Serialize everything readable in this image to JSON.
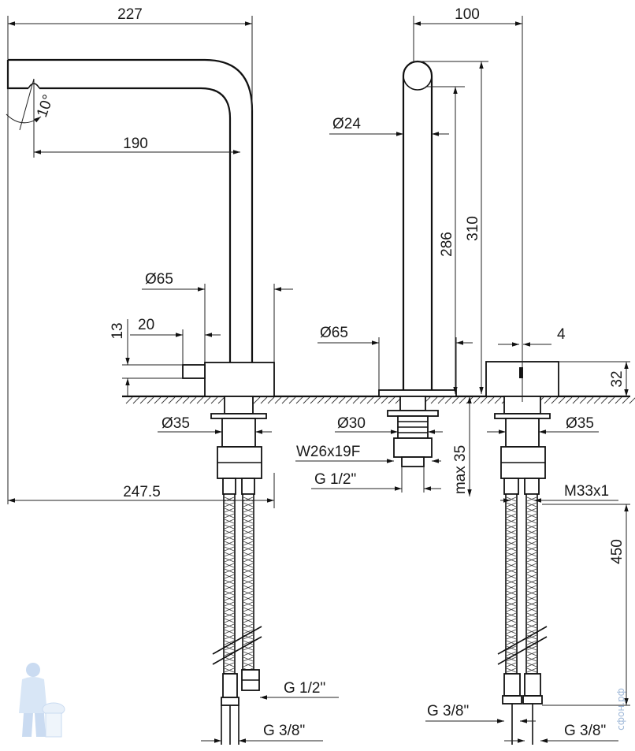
{
  "dimensions": {
    "top_left_width": "227",
    "top_right_width": "100",
    "spout_angle": "10°",
    "spout_reach": "190",
    "spout_diameter": "Ø24",
    "height_inner": "286",
    "height_outer": "310",
    "left_base_diameter": "Ø65",
    "center_base_diameter": "Ø65",
    "lever_offset": "20",
    "lever_height": "13",
    "handle_gap": "4",
    "handle_height": "32",
    "left_shank_diameter": "Ø35",
    "center_shank_diameter": "Ø30",
    "right_shank_diameter": "Ø35",
    "center_nut": "W26x19F",
    "center_thread": "G 1/2\"",
    "max_depth": "max 35",
    "overall_width": "247.5",
    "right_thread": "M33x1",
    "hose_length": "450",
    "left_hose_end_upper": "G 1/2\"",
    "left_hose_end_lower": "G 3/8\"",
    "right_hose_end_left": "G 3/8\"",
    "right_hose_end_right": "G 3/8\""
  },
  "watermark": "сфон.рф"
}
